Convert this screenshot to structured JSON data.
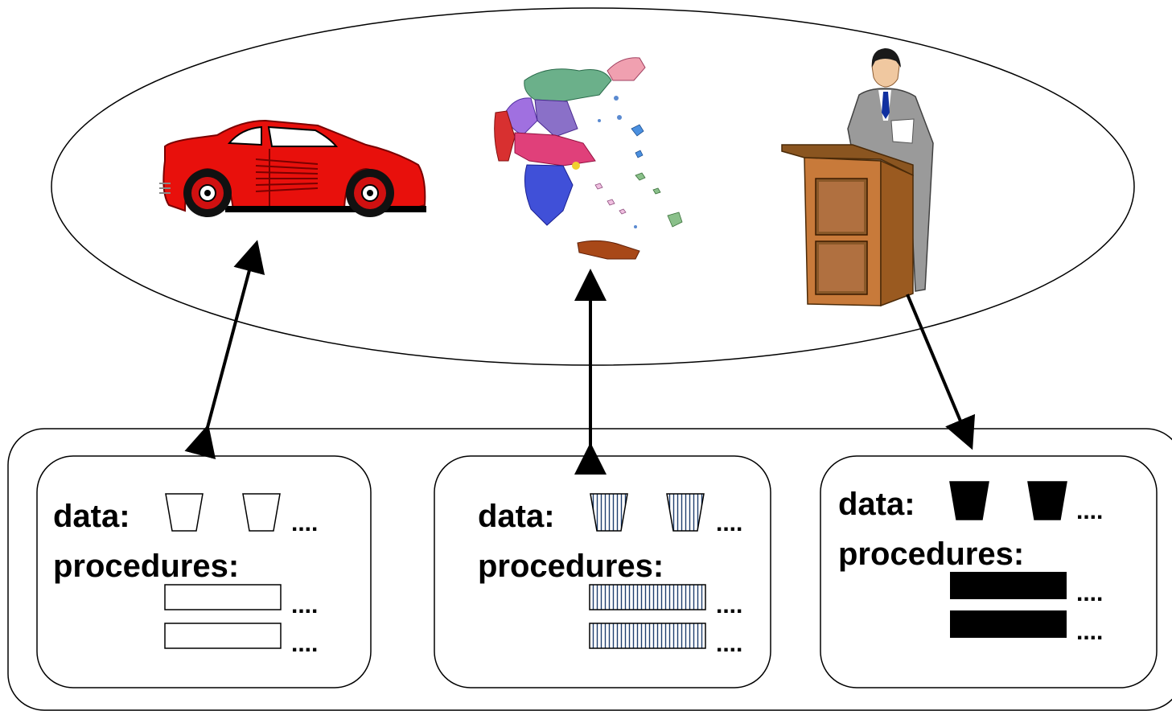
{
  "objects": {
    "car": {
      "data_label": "data:",
      "procedures_label": "procedures:",
      "data_more": "....",
      "proc_more_1": "....",
      "proc_more_2": "...."
    },
    "map": {
      "data_label": "data:",
      "procedures_label": "procedures:",
      "data_more": "....",
      "proc_more_1": "....",
      "proc_more_2": "...."
    },
    "speaker": {
      "data_label": "data:",
      "procedures_label": "procedures:",
      "data_more": "....",
      "proc_more_1": "....",
      "proc_more_2": "...."
    }
  },
  "icons": [
    "car-icon",
    "greece-map-icon",
    "speaker-at-podium-icon"
  ],
  "colors": {
    "car": "#e8100c",
    "line": "#000000",
    "hatch": "#1f3f6e",
    "fill_black": "#000000"
  }
}
